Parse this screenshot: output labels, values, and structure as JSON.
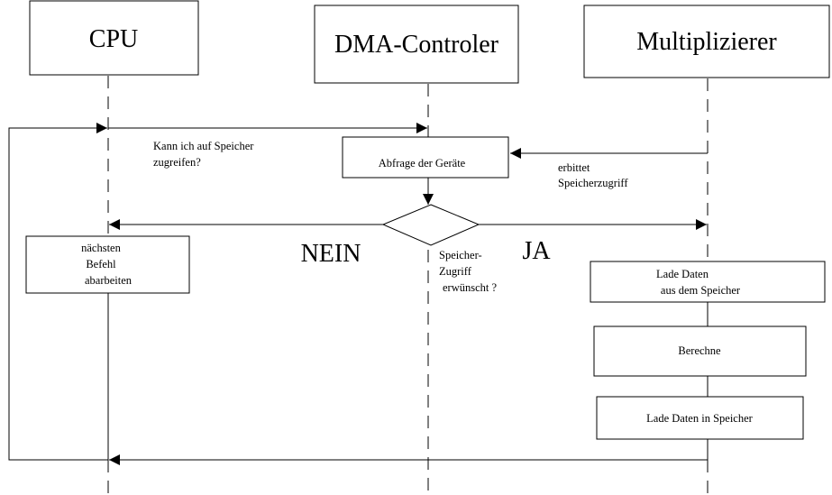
{
  "lanes": {
    "cpu": "CPU",
    "dma": "DMA-Controler",
    "mult": "Multiplizierer"
  },
  "messages": {
    "request_line1": "Kann ich auf Speicher",
    "request_line2": "zugreifen?",
    "mult_request_line1": "erbittet",
    "mult_request_line2": "Speicherzugriff"
  },
  "boxes": {
    "poll": "Abfrage der Geräte",
    "cpu_next_line1": "nächsten",
    "cpu_next_line2": "Befehl",
    "cpu_next_line3": "abarbeiten",
    "load_line1": "Lade Daten",
    "load_line2": "aus dem Speicher",
    "compute": "Berechne",
    "store": "Lade Daten in Speicher"
  },
  "decision": {
    "line1": "Speicher-",
    "line2": "Zugriff",
    "line3": "erwünscht ?",
    "no": "NEIN",
    "yes": "JA"
  }
}
